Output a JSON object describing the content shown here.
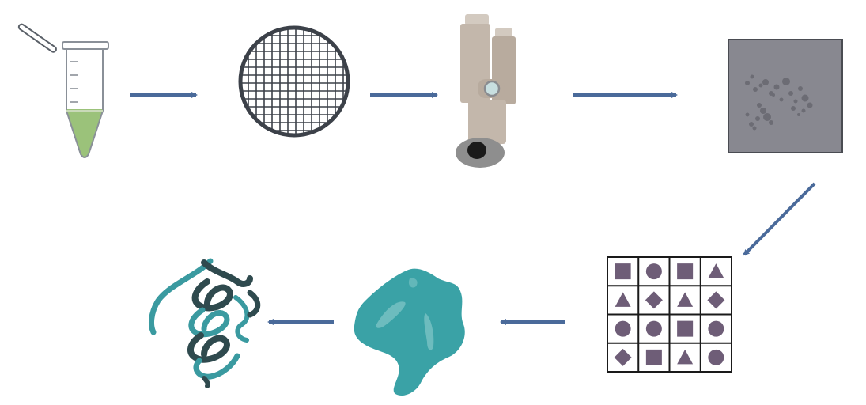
{
  "workflow": {
    "steps": [
      {
        "id": "sample-tube",
        "icon": "sample-tube-icon"
      },
      {
        "id": "em-grid",
        "icon": "em-grid-icon"
      },
      {
        "id": "electron-microscope",
        "icon": "electron-microscope-icon"
      },
      {
        "id": "micrograph",
        "icon": "micrograph-icon"
      },
      {
        "id": "class-averages",
        "icon": "class-averages-icon"
      },
      {
        "id": "density-map",
        "icon": "density-map-icon"
      },
      {
        "id": "atomic-model",
        "icon": "protein-ribbon-icon"
      }
    ],
    "class_grid": [
      [
        "square",
        "circle",
        "square",
        "triangle"
      ],
      [
        "triangle",
        "diamond",
        "triangle",
        "diamond"
      ],
      [
        "circle",
        "circle",
        "square",
        "circle"
      ],
      [
        "diamond",
        "square",
        "triangle",
        "circle"
      ]
    ],
    "colors": {
      "arrow": "#4a6a9a",
      "grid_dark": "#3c4149",
      "tube_liquid": "#9bc27a",
      "microscope": "#c3b7ab",
      "micrograph_bg": "#888890",
      "particle": "#6c6c74",
      "class_shape": "#6e5d77",
      "density": "#3aa2a6",
      "ribbon_teal": "#3a9aa0",
      "ribbon_dark": "#2f4a4e"
    }
  }
}
